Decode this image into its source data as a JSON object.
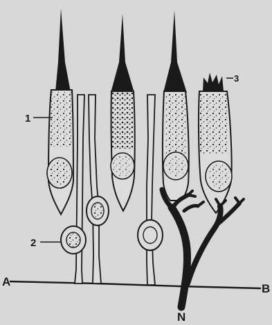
{
  "labels": {
    "one": "1",
    "two": "2",
    "three": "3",
    "a": "A",
    "b": "B",
    "n": "N"
  },
  "colors": {
    "background": "#d8d8d8",
    "cell_fill": "#dcdcdc",
    "ink": "#1a1a1a"
  }
}
